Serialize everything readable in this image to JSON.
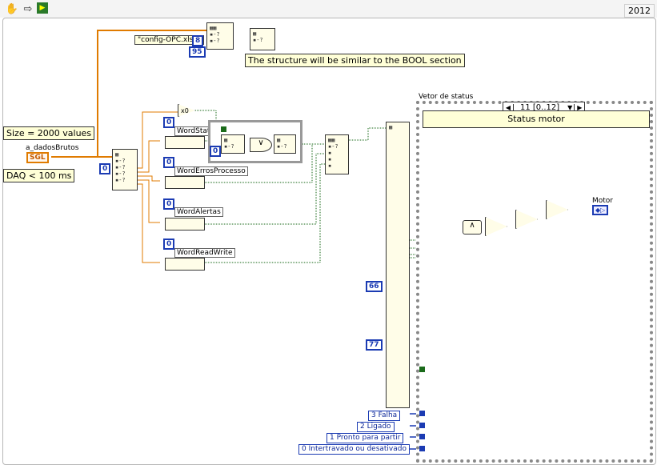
{
  "toolbar": {
    "icons": [
      "hand-icon",
      "arrow-icon",
      "labview-run-icon"
    ],
    "version_tab": "2012"
  },
  "comments": {
    "size": "Size = 2000 values",
    "daq": "DAQ < 100 ms",
    "structure": "The structure will be similar to the BOOL section"
  },
  "constants": {
    "config_file": "\"config-OPC.xlsx\"",
    "num_8": "8",
    "num_95": "95",
    "num_0_index": "0",
    "num_0_status": "0",
    "num_0_erros": "0",
    "num_0_alertas": "0",
    "num_0_readwrite": "0",
    "num_0_or": "0",
    "num_66": "66",
    "num_77": "77",
    "hex0": "x0"
  },
  "terminals": {
    "a_dados_label": "a_dadosBrutos",
    "sgl": "SGL",
    "motor_label": "Motor",
    "motor_indicator": "◆▷"
  },
  "wire_labels": {
    "word_status": "WordStatus",
    "word_erros": "WordErrosProcesso",
    "word_alertas": "WordAlertas",
    "word_readwrite": "WordReadWrite"
  },
  "case_structure": {
    "label": "Vetor de status",
    "selector": "11 [0..12]",
    "frame_title": "Status motor",
    "and_symbol": "∧"
  },
  "rings": [
    {
      "label": "3 Falha"
    },
    {
      "label": "2 Ligado"
    },
    {
      "label": "1 Pronto para partir"
    },
    {
      "label": "0 Intertravado ou desativado"
    }
  ],
  "colors": {
    "orange_wire": "#e07b00",
    "blue_wire": "#1b3bb3",
    "green_wire": "#1b6b1b",
    "comment_bg": "#ffffd7"
  }
}
